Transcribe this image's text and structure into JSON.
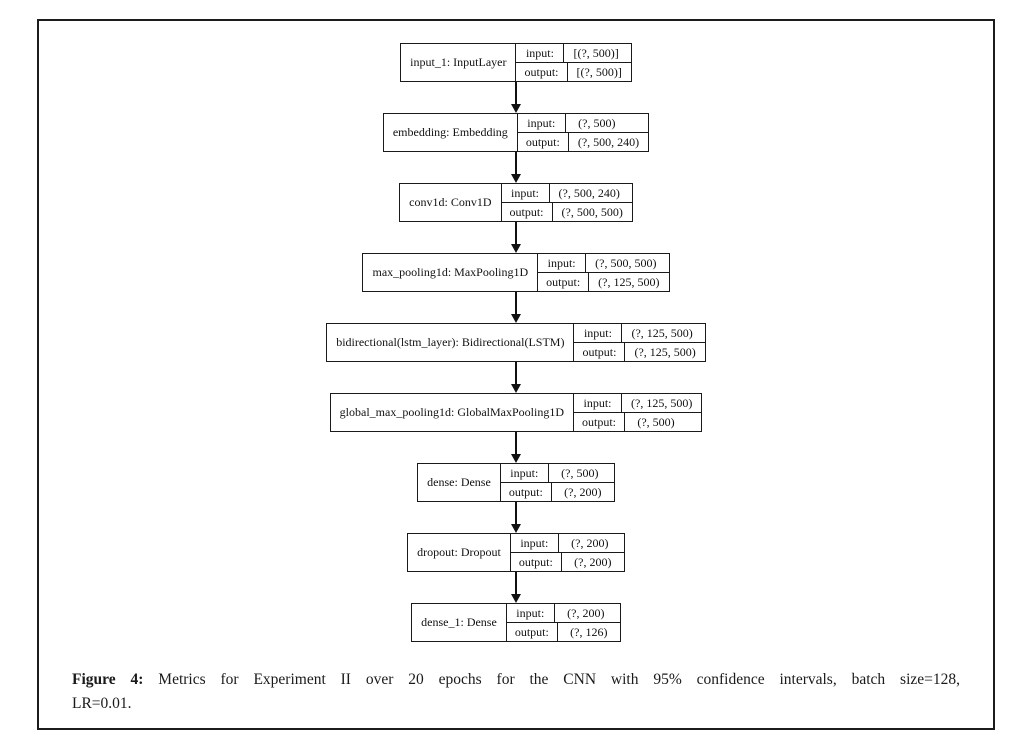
{
  "labels": {
    "input": "input:",
    "output": "output:"
  },
  "layers": [
    {
      "name": "input_1: InputLayer",
      "input": "[(?, 500)]",
      "output": "[(?, 500)]"
    },
    {
      "name": "embedding: Embedding",
      "input": "(?, 500)",
      "output": "(?, 500, 240)"
    },
    {
      "name": "conv1d: Conv1D",
      "input": "(?, 500, 240)",
      "output": "(?, 500, 500)"
    },
    {
      "name": "max_pooling1d: MaxPooling1D",
      "input": "(?, 500, 500)",
      "output": "(?, 125, 500)"
    },
    {
      "name": "bidirectional(lstm_layer): Bidirectional(LSTM)",
      "input": "(?, 125, 500)",
      "output": "(?, 125, 500)"
    },
    {
      "name": "global_max_pooling1d: GlobalMaxPooling1D",
      "input": "(?, 125, 500)",
      "output": "(?, 500)"
    },
    {
      "name": "dense: Dense",
      "input": "(?, 500)",
      "output": "(?, 200)"
    },
    {
      "name": "dropout: Dropout",
      "input": "(?, 200)",
      "output": "(?, 200)"
    },
    {
      "name": "dense_1: Dense",
      "input": "(?, 200)",
      "output": "(?, 126)"
    }
  ],
  "caption": {
    "label": "Figure 4:",
    "line1": "Metrics for Experiment II over 20 epochs for the CNN with 95% confidence intervals, batch size=128,",
    "line2": "LR=0.01."
  },
  "colors": {
    "border": "#1c1c1c",
    "text": "#111111",
    "background": "#ffffff"
  }
}
